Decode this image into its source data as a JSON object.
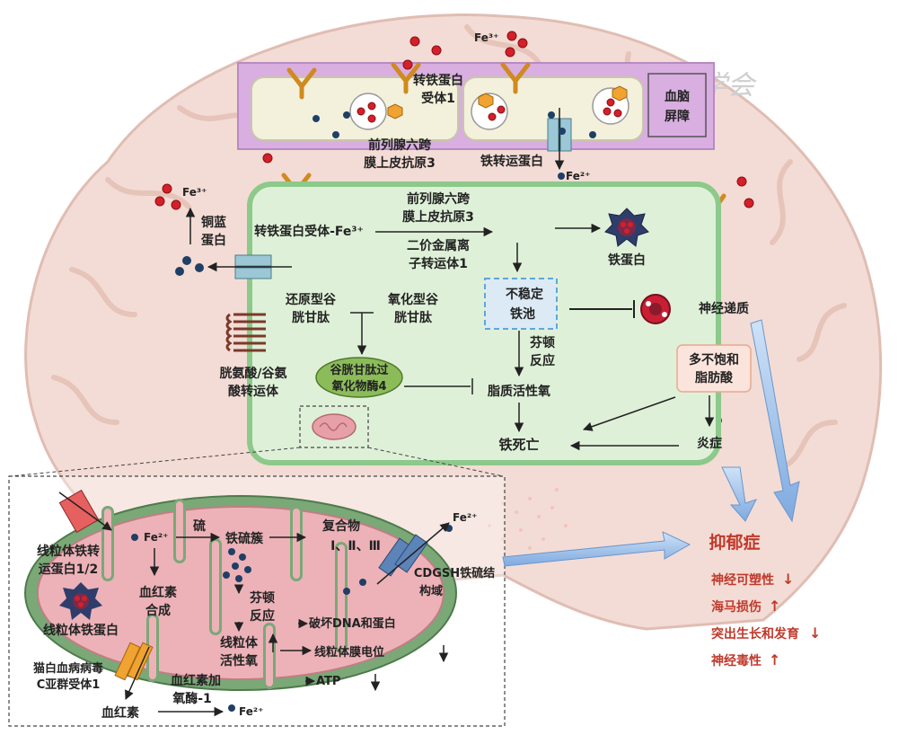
{
  "watermark": "神经学会",
  "bbb": {
    "tfr1_top": [
      "转铁蛋白",
      "受体1"
    ],
    "steap3_top": [
      "前列腺六跨",
      "膜上皮抗原3"
    ],
    "fpn_top": "铁转运蛋白",
    "label": [
      "血脑",
      "屏障"
    ]
  },
  "ions": {
    "fe3": "Fe³⁺",
    "fe2": "Fe²⁺"
  },
  "neuron": {
    "ceruloplasmin": [
      "铜蓝",
      "蛋白"
    ],
    "tfr_fe3": "转铁蛋白受体-Fe³⁺",
    "steap3": [
      "前列腺六跨",
      "膜上皮抗原3"
    ],
    "dmt1": [
      "二价金属离",
      "子转运体1"
    ],
    "ferritin": "铁蛋白",
    "gsh": [
      "还原型谷",
      "胱甘肽"
    ],
    "gssg": [
      "氧化型谷",
      "胱甘肽"
    ],
    "lip": [
      "不稳定",
      "铁池"
    ],
    "fenton": [
      "芬顿",
      "反应"
    ],
    "gpx4": [
      "谷胱甘肽过",
      "氧化物酶4"
    ],
    "lipid_ros": "脂质活性氧",
    "ferroptosis": "铁死亡",
    "neurotransmitter": "神经递质",
    "pufa": [
      "多不饱和",
      "脂肪酸"
    ],
    "inflammation": "炎症",
    "xct": [
      "胱氨酸/谷氨",
      "酸转运体"
    ]
  },
  "mito": {
    "mitoferrin": [
      "线粒体铁转",
      "运蛋白1/2"
    ],
    "sulfur": "硫",
    "fes_cluster": "铁硫簇",
    "complex": [
      "复合物",
      "Ⅰ、Ⅱ、Ⅲ"
    ],
    "heme_synth": [
      "血红素",
      "合成"
    ],
    "mito_ferritin": "线粒体铁蛋白",
    "fenton": [
      "芬顿",
      "反应"
    ],
    "mito_ros": [
      "线粒体",
      "活性氧"
    ],
    "cdgsh": [
      "CDGSH铁硫结",
      "构域"
    ],
    "dna_damage": "破坏DNA和蛋白",
    "membrane_potential": "线粒体膜电位",
    "atp": "ATP",
    "flvcr": [
      "猫白血病病毒",
      "C亚群受体1"
    ],
    "heme": "血红素",
    "ho1": [
      "血红素加",
      "氧酶-1"
    ]
  },
  "depression": {
    "title": "抑郁症",
    "effects": [
      {
        "label": "神经可塑性",
        "dir": "↓"
      },
      {
        "label": "海马损伤",
        "dir": "↑"
      },
      {
        "label": "突出生长和发育",
        "dir": "↓"
      },
      {
        "label": "神经毒性",
        "dir": "↑"
      }
    ]
  },
  "colors": {
    "bbb": "#d9aee0",
    "cell": "#dff0d8",
    "cell_border": "#8cc98a",
    "mito": "#e8a0a8",
    "mito_border": "#7aa877",
    "brain": "#f2ddd6",
    "accent": "#c0392b",
    "arrow_blue": "#8fb7e6"
  }
}
